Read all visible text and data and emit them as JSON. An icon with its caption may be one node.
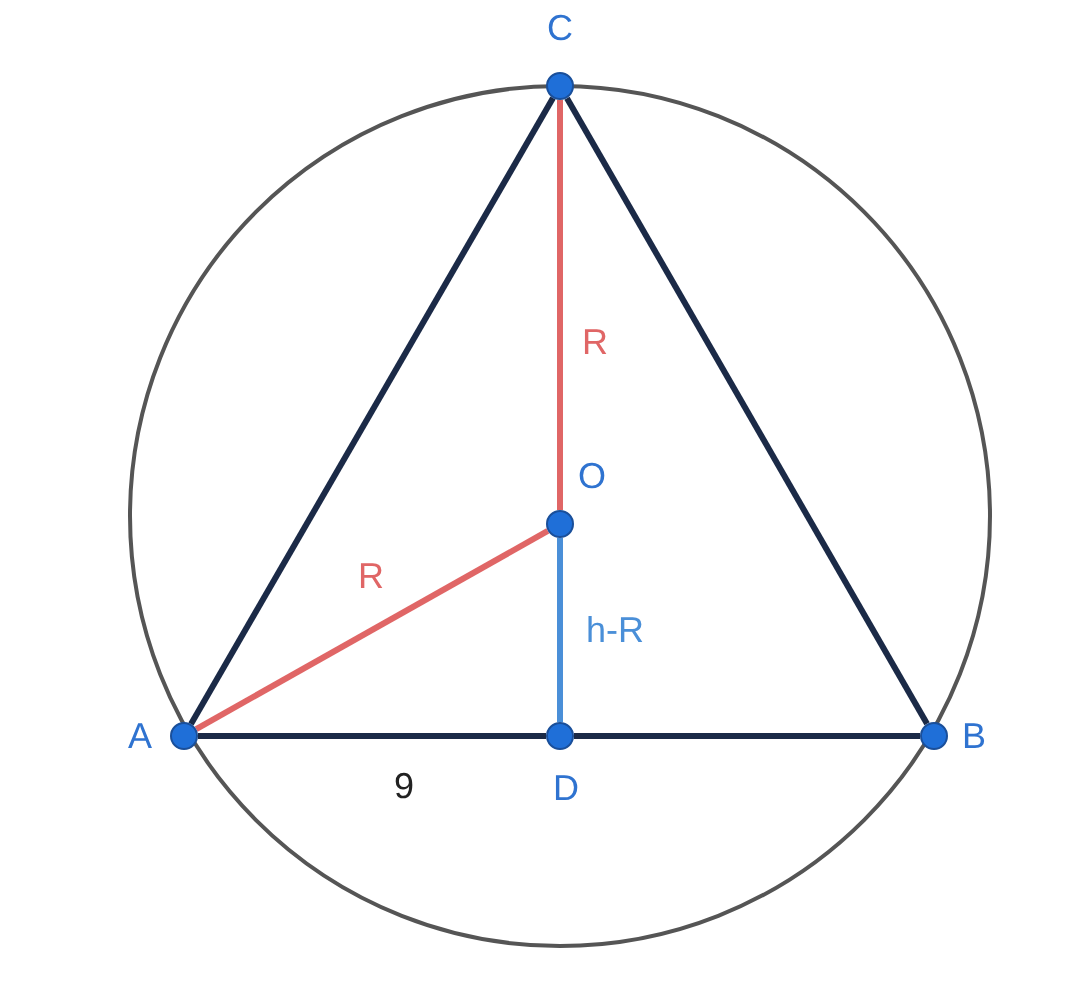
{
  "diagram": {
    "nodes": [
      {
        "text": [
          "C"
        ]
      },
      {
        "text": [
          "A"
        ]
      },
      {
        "text": [
          "B"
        ]
      },
      {
        "text": [
          "O"
        ]
      },
      {
        "text": [
          "D"
        ]
      }
    ],
    "edges": [
      {
        "from": 1,
        "to": 0,
        "arrow": "none"
      },
      {
        "from": 0,
        "to": 2,
        "arrow": "none"
      },
      {
        "from": 1,
        "to": 4,
        "arrow": "none",
        "label": "9"
      },
      {
        "from": 4,
        "to": 2,
        "arrow": "none"
      },
      {
        "from": 0,
        "to": 3,
        "arrow": "none",
        "label": "R",
        "color": "#e06666"
      },
      {
        "from": 1,
        "to": 3,
        "arrow": "none",
        "label": "R",
        "color": "#e06666"
      },
      {
        "from": 3,
        "to": 4,
        "arrow": "none",
        "label": "h-R",
        "color": "#4a8fd8"
      }
    ]
  }
}
